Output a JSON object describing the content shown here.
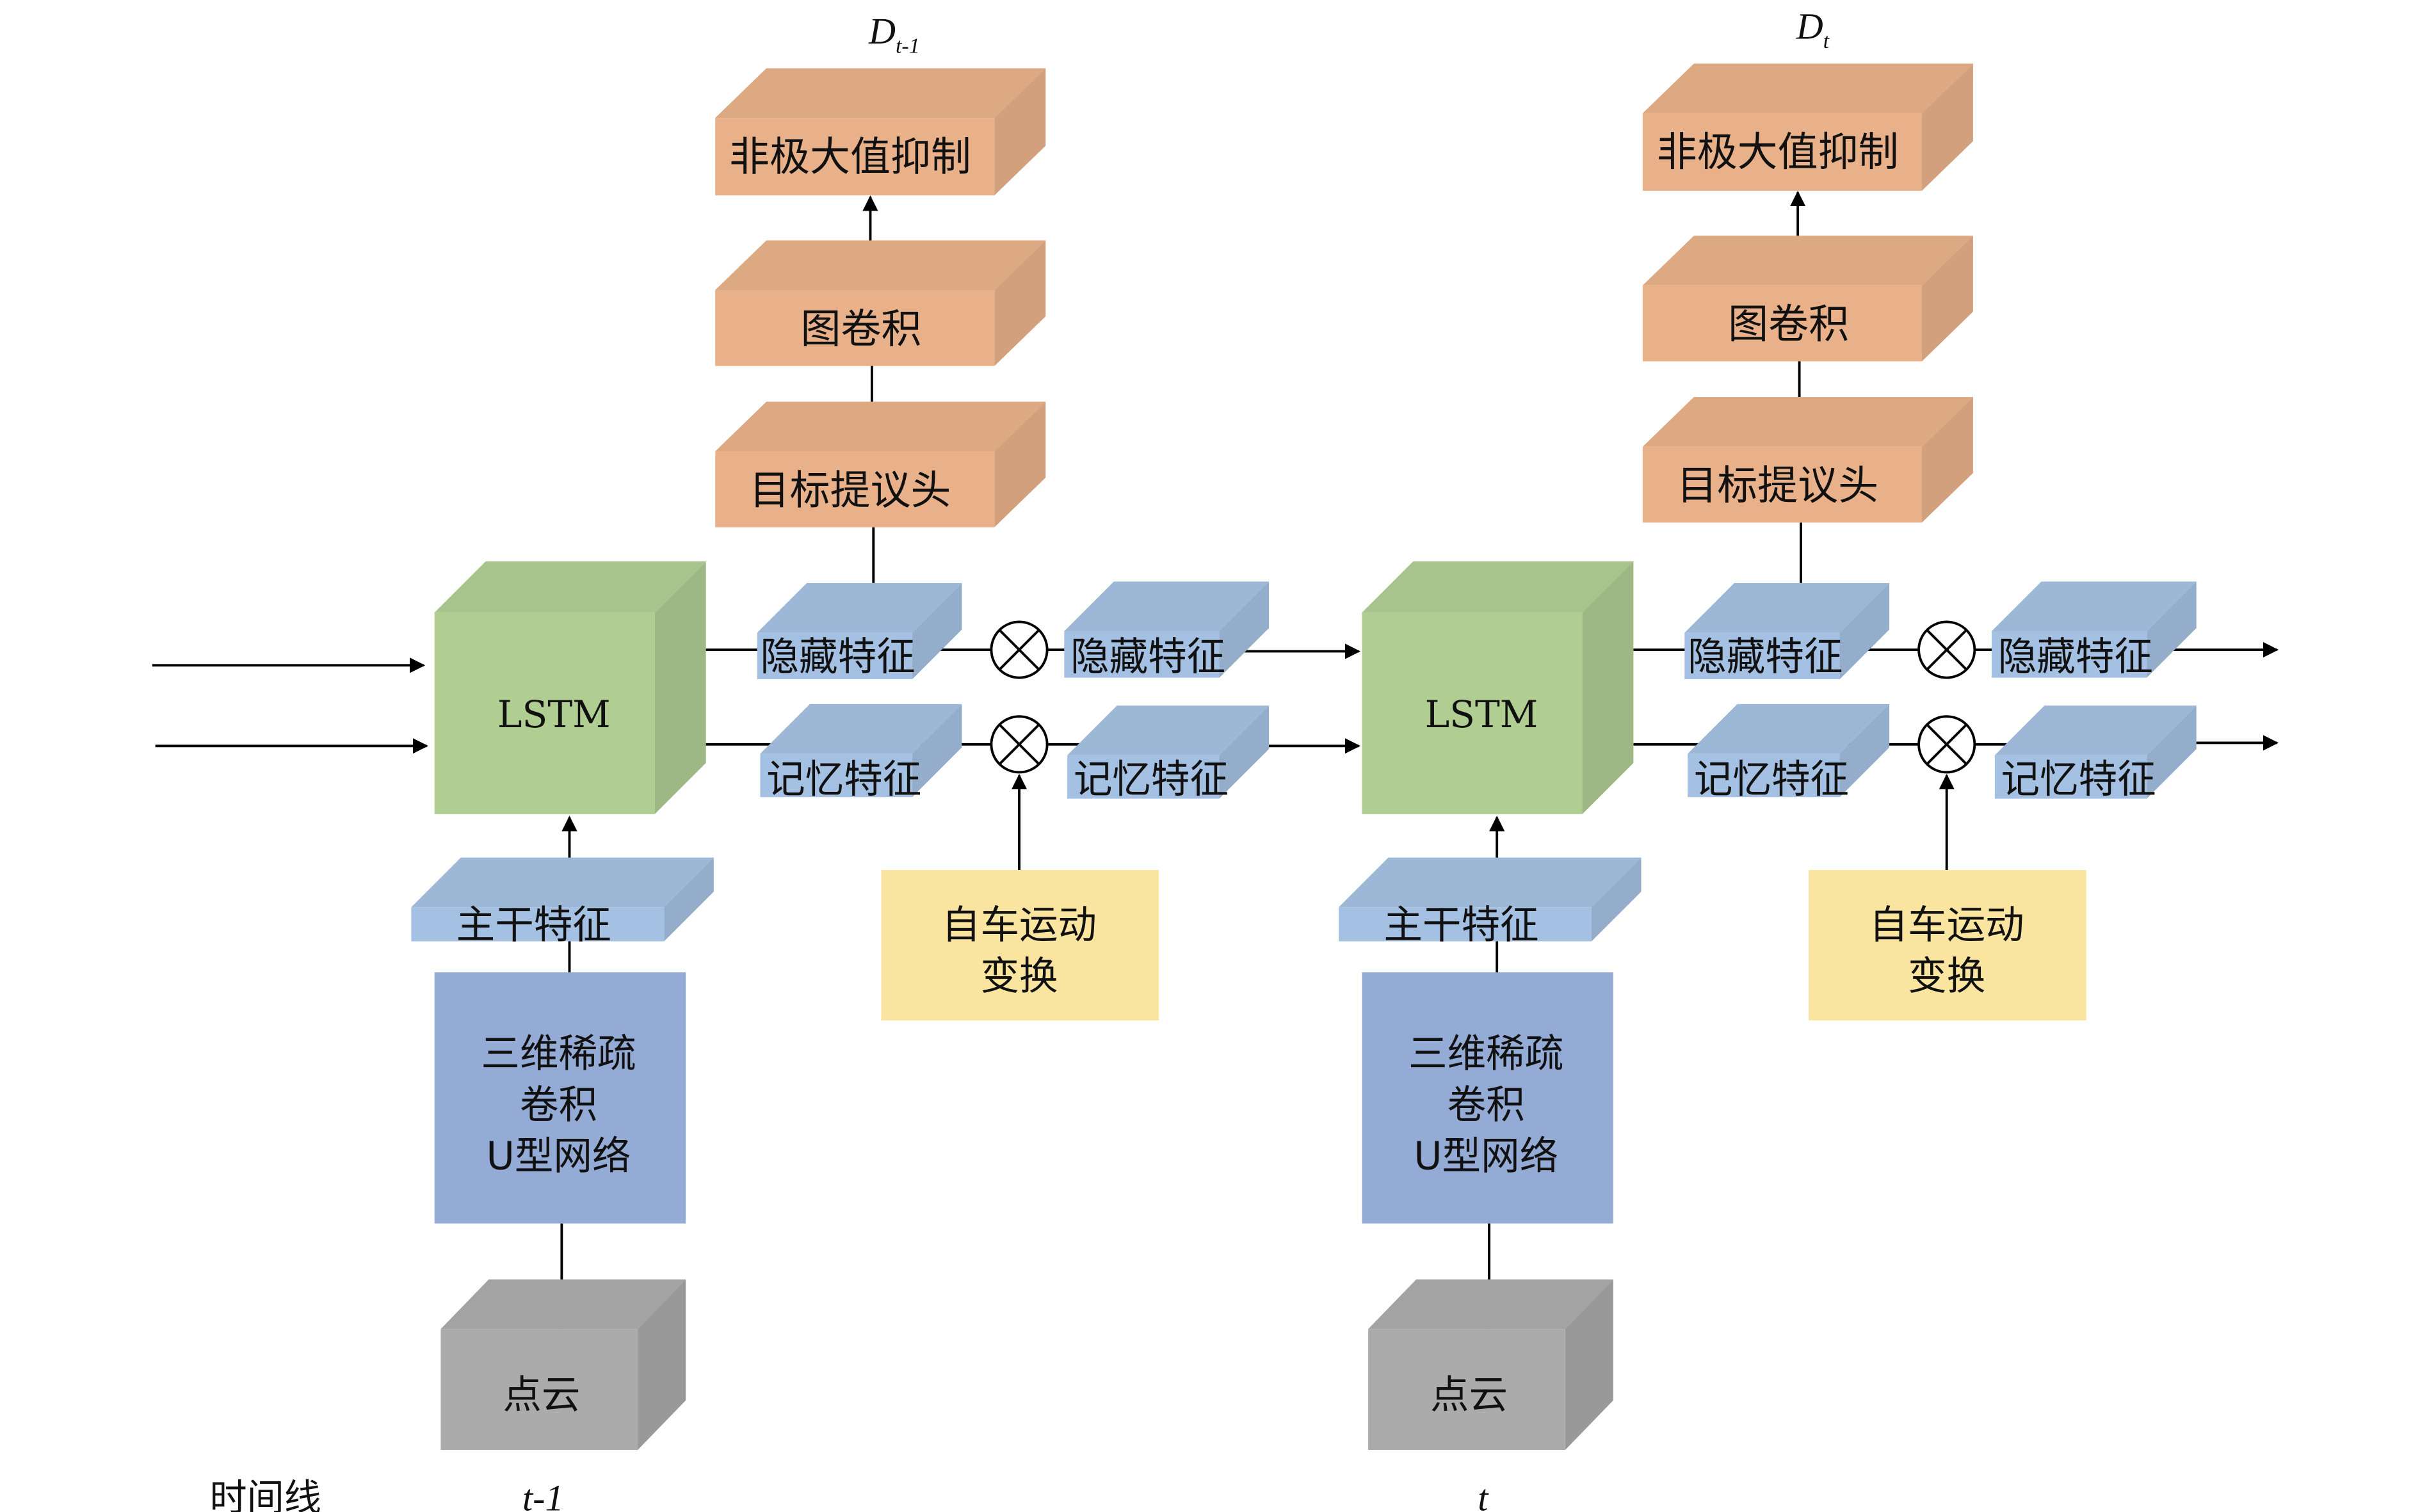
{
  "diagram": {
    "colors": {
      "orange_front": "#E8B18A",
      "orange_top": "#DCA983",
      "orange_side": "#D2A07C",
      "green_front": "#B0CD92",
      "green_top": "#A7C48C",
      "green_side": "#9DB884",
      "blue_front": "#A4C0E2",
      "blue_top": "#9DB7D6",
      "blue_side": "#93ADCB",
      "unet": "#94ABD6",
      "gray_front": "#ABABAB",
      "gray_top": "#A3A3A3",
      "gray_side": "#999999",
      "ego": "#FAE5A0"
    },
    "frames": [
      {
        "time_label": "t-1",
        "output_label_main": "D",
        "output_label_sub": "t-1",
        "nms": "非极大值抑制",
        "graph_conv": "图卷积",
        "proposal_head": "目标提议头",
        "lstm": "LSTM",
        "hidden_in": "隐藏特征",
        "memory_in": "记忆特征",
        "hidden_out": "隐藏特征",
        "memory_out": "记忆特征",
        "ego_line1": "自车运动",
        "ego_line2": "变换",
        "backbone": "主干特征",
        "unet_line1": "三维稀疏",
        "unet_line2": "卷积",
        "unet_line3": "U型网络",
        "point_cloud": "点云"
      },
      {
        "time_label": "t",
        "output_label_main": "D",
        "output_label_sub": "t",
        "nms": "非极大值抑制",
        "graph_conv": "图卷积",
        "proposal_head": "目标提议头",
        "lstm": "LSTM",
        "hidden_in": "隐藏特征",
        "memory_in": "记忆特征",
        "hidden_out": "隐藏特征",
        "memory_out": "记忆特征",
        "ego_line1": "自车运动",
        "ego_line2": "变换",
        "backbone": "主干特征",
        "unet_line1": "三维稀疏",
        "unet_line2": "卷积",
        "unet_line3": "U型网络",
        "point_cloud": "点云"
      }
    ],
    "timeline_label": "时间线",
    "multiply_symbol": "⊗"
  }
}
